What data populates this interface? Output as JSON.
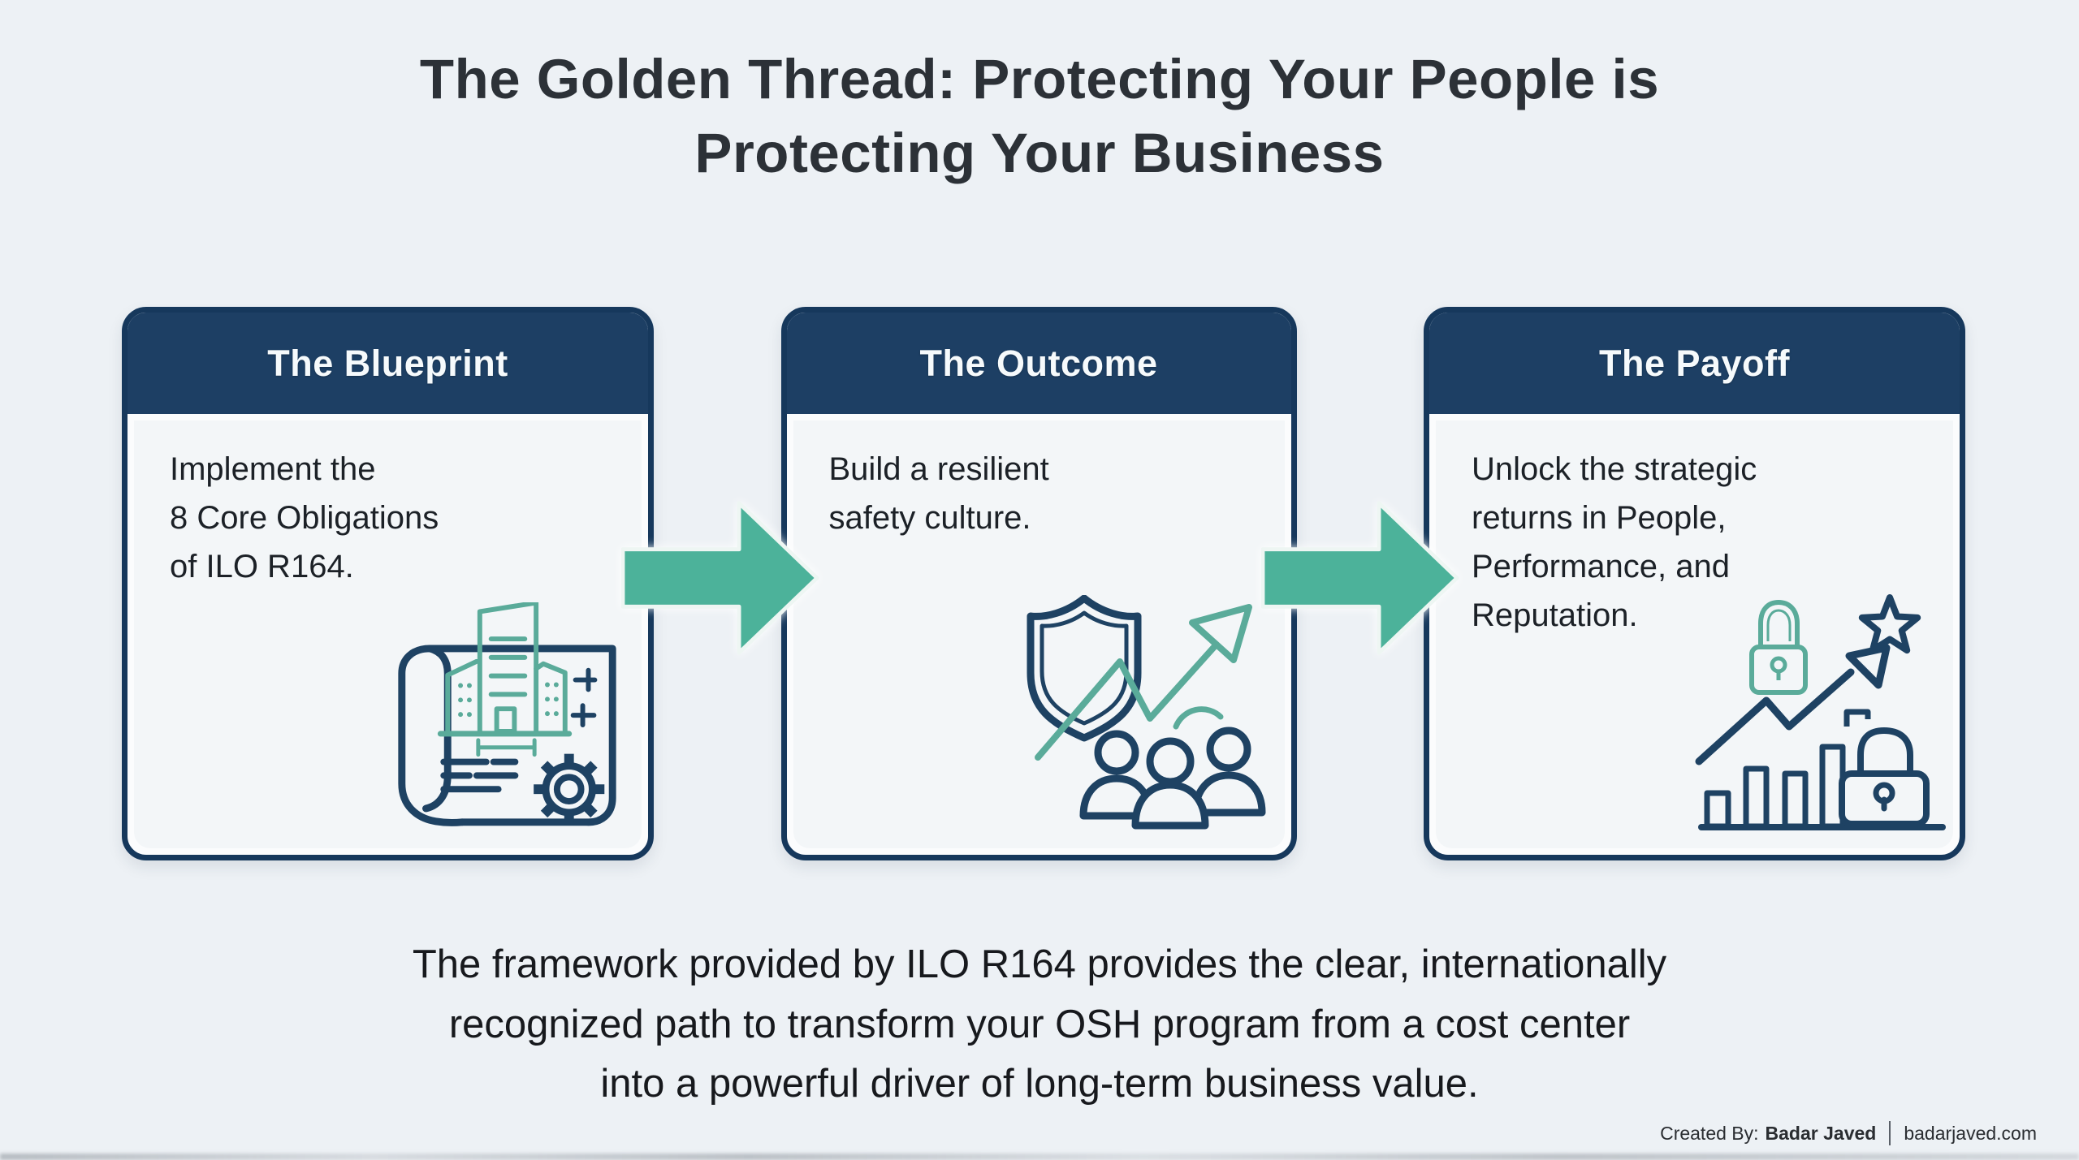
{
  "title": "The Golden Thread: Protecting Your People is\nProtecting Your Business",
  "cards": [
    {
      "header": "The Blueprint",
      "body": "Implement the\n8 Core Obligations\nof ILO R164.",
      "icon": "blueprint-building-gear-icon"
    },
    {
      "header": "The Outcome",
      "body": "Build a resilient\nsafety culture.",
      "icon": "shield-growth-people-icon"
    },
    {
      "header": "The Payoff",
      "body": "Unlock the strategic\nreturns in People,\nPerformance, and\nReputation.",
      "icon": "growth-chart-locks-star-icon"
    }
  ],
  "arrows": [
    {
      "name": "flow-arrow-1",
      "direction": "right"
    },
    {
      "name": "flow-arrow-2",
      "direction": "right"
    }
  ],
  "footer": {
    "paragraph": "The framework provided by ILO R164 provides the clear, internationally\nrecognized path to transform your OSH program from a cost center\ninto a powerful driver of long-term business value."
  },
  "credit": {
    "label": "Created By:",
    "author": "Badar Javed",
    "website": "badarjaved.com"
  },
  "colors": {
    "background": "#edf1f5",
    "navy": "#1d3f64",
    "card_border": "#16385c",
    "card_body": "#f3f6f8",
    "arrow_teal": "#4cb29a",
    "icon_teal": "#5aab9a",
    "icon_navy": "#1e4263",
    "title_text": "#2c3137"
  }
}
